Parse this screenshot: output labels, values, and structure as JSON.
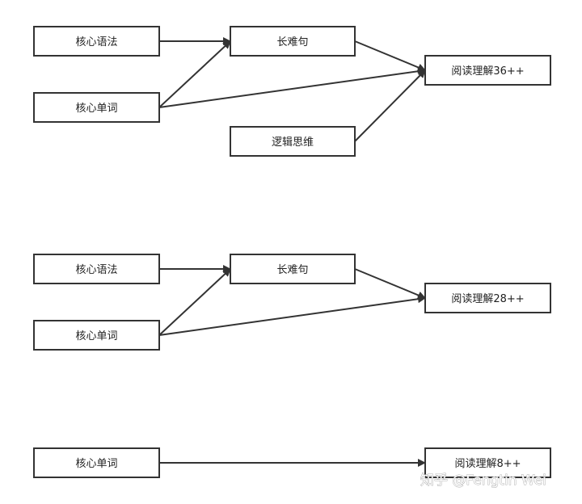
{
  "diagrams": [
    {
      "nodes": [
        {
          "id": "grammar",
          "label": "核心语法"
        },
        {
          "id": "vocab",
          "label": "核心单词"
        },
        {
          "id": "long_sentence",
          "label": "长难句"
        },
        {
          "id": "logic",
          "label": "逻辑思维"
        },
        {
          "id": "reading",
          "label": "阅读理解36++"
        }
      ],
      "edges": [
        {
          "from": "grammar",
          "to": "long_sentence"
        },
        {
          "from": "vocab",
          "to": "long_sentence"
        },
        {
          "from": "vocab",
          "to": "reading"
        },
        {
          "from": "long_sentence",
          "to": "reading"
        },
        {
          "from": "logic",
          "to": "reading"
        }
      ]
    },
    {
      "nodes": [
        {
          "id": "grammar",
          "label": "核心语法"
        },
        {
          "id": "vocab",
          "label": "核心单词"
        },
        {
          "id": "long_sentence",
          "label": "长难句"
        },
        {
          "id": "reading",
          "label": "阅读理解28++"
        }
      ],
      "edges": [
        {
          "from": "grammar",
          "to": "long_sentence"
        },
        {
          "from": "vocab",
          "to": "long_sentence"
        },
        {
          "from": "vocab",
          "to": "reading"
        },
        {
          "from": "long_sentence",
          "to": "reading"
        }
      ]
    },
    {
      "nodes": [
        {
          "id": "vocab",
          "label": "核心单词"
        },
        {
          "id": "reading",
          "label": "阅读理解8++"
        }
      ],
      "edges": [
        {
          "from": "vocab",
          "to": "reading"
        }
      ]
    }
  ],
  "watermark": "知乎 @Fengtin Wei",
  "colors": {
    "stroke": "#333333",
    "text": "#222222",
    "background": "#ffffff"
  }
}
